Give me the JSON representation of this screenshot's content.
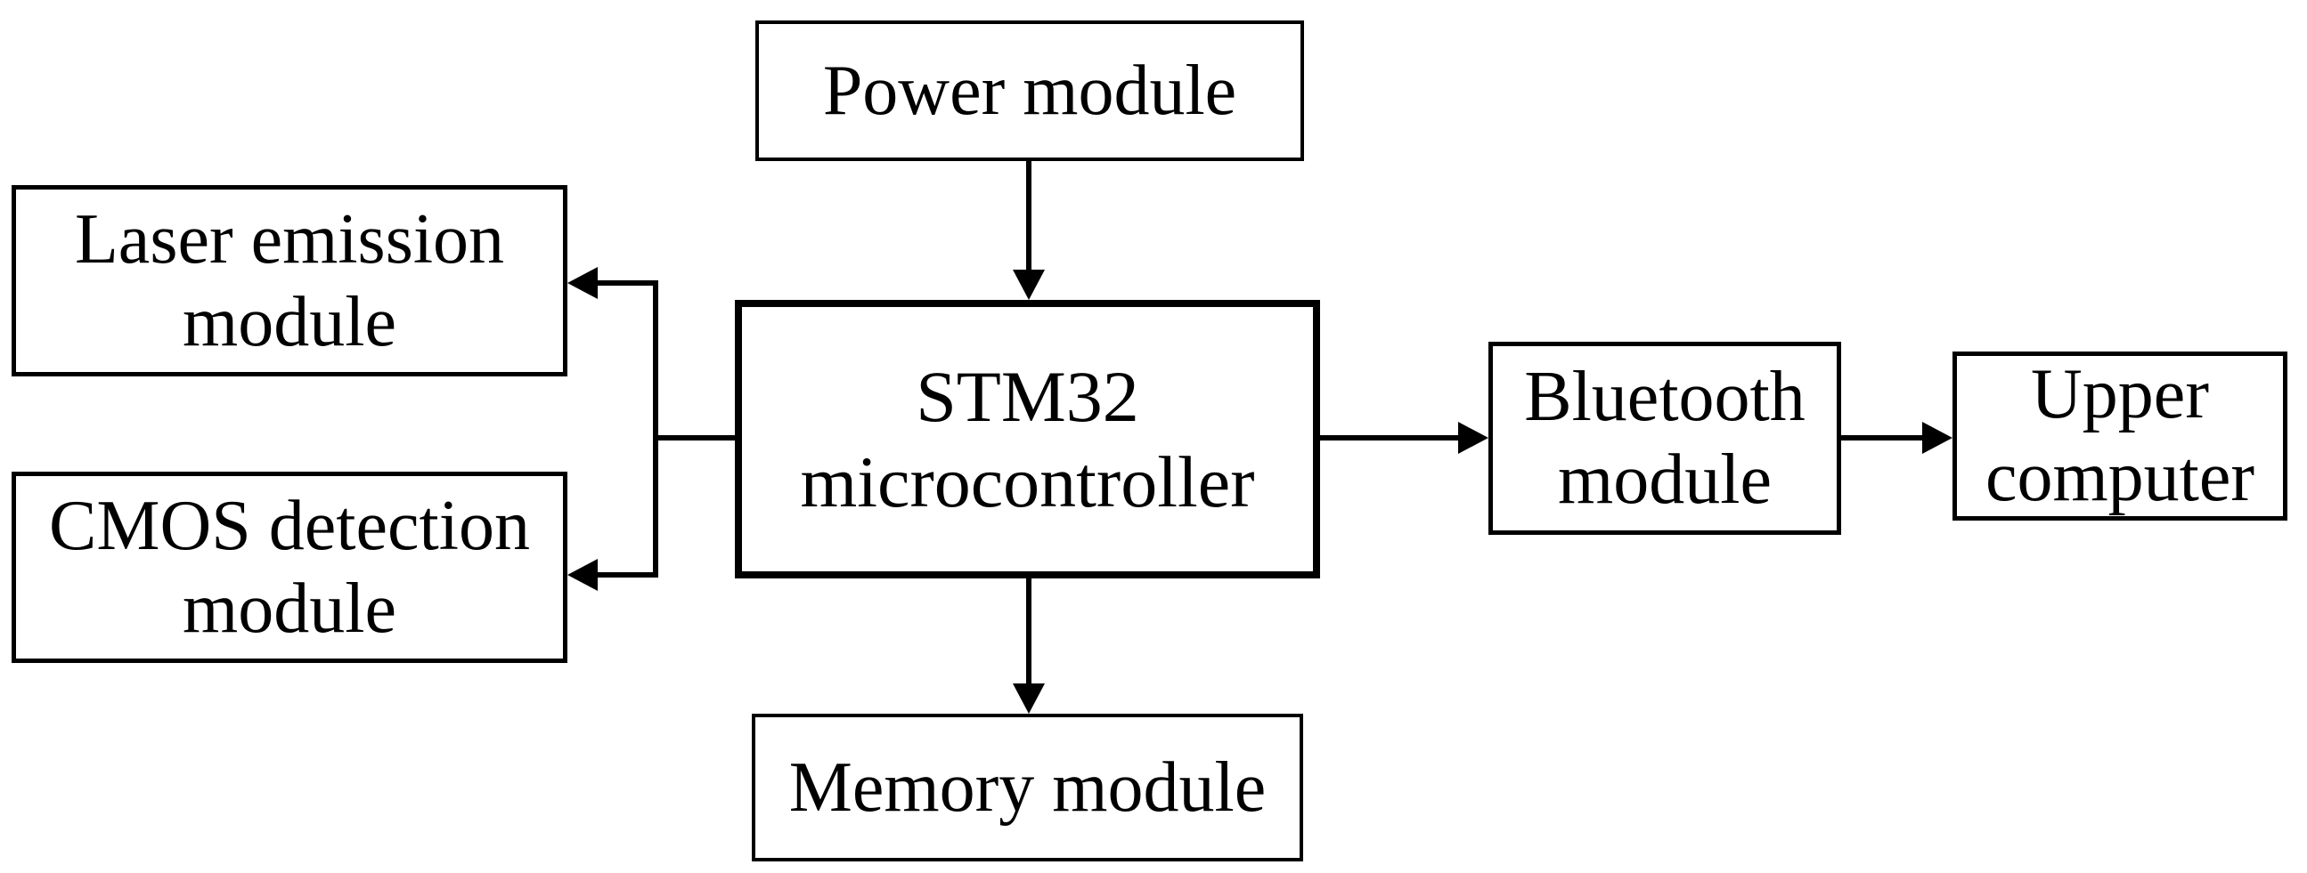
{
  "nodes": {
    "power": {
      "label": "Power module"
    },
    "laser": {
      "label": "Laser emission\nmodule"
    },
    "cmos": {
      "label": "CMOS detection\nmodule"
    },
    "stm32": {
      "label": "STM32\nmicrocontroller"
    },
    "memory": {
      "label": "Memory module"
    },
    "bluetooth": {
      "label": "Bluetooth\nmodule"
    },
    "upper": {
      "label": "Upper\ncomputer"
    }
  },
  "edges": [
    {
      "from": "Power module",
      "to": "STM32 microcontroller",
      "direction": "down"
    },
    {
      "from": "STM32 microcontroller",
      "to": "Laser emission module",
      "direction": "left"
    },
    {
      "from": "STM32 microcontroller",
      "to": "CMOS detection module",
      "direction": "left"
    },
    {
      "from": "STM32 microcontroller",
      "to": "Memory module",
      "direction": "down"
    },
    {
      "from": "STM32 microcontroller",
      "to": "Bluetooth module",
      "direction": "right"
    },
    {
      "from": "Bluetooth module",
      "to": "Upper computer",
      "direction": "right"
    }
  ],
  "colors": {
    "background": "#ffffff",
    "line": "#000000",
    "text": "#000000",
    "box_fill": "#ffffff"
  }
}
